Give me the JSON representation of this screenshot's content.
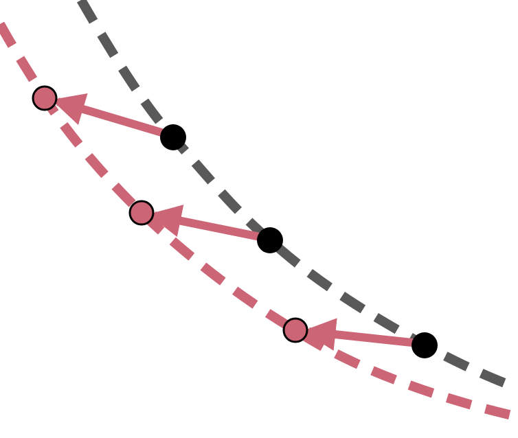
{
  "colors": {
    "background": "#ffffff",
    "original_curve": "#595959",
    "shifted_curve": "#cc6677",
    "original_point": "#000000",
    "shifted_point": "#cc6677",
    "point_outline": "#000000",
    "arrow": "#cc6677"
  },
  "curves": [
    {
      "id": "original",
      "style": "dashed",
      "color_key": "original_curve"
    },
    {
      "id": "shifted",
      "style": "dashed",
      "color_key": "shifted_curve"
    }
  ],
  "point_pairs": [
    {
      "id": "pair-1",
      "from": "original",
      "to": "shifted"
    },
    {
      "id": "pair-2",
      "from": "original",
      "to": "shifted"
    },
    {
      "id": "pair-3",
      "from": "original",
      "to": "shifted"
    }
  ]
}
